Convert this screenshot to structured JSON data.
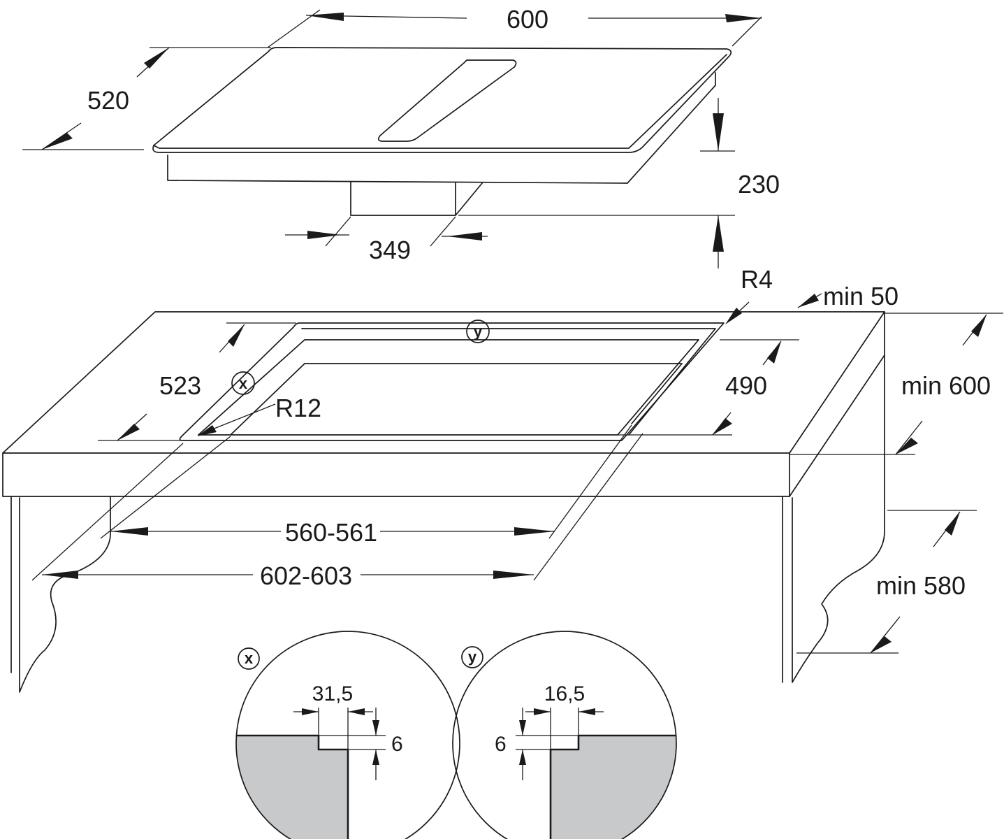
{
  "hob": {
    "width": "600",
    "depth": "520",
    "height": "230",
    "duct_width": "349"
  },
  "worktop": {
    "corner_radius_outer": "R4",
    "edge_clearance": "min 50",
    "depth": "min 600",
    "cutout_depth": "490",
    "cutout_depth_outer": "523",
    "corner_radius_inner": "R12",
    "cutout_width_inner": "560-561",
    "cutout_width_outer": "602-603",
    "cabinet_depth": "min 580"
  },
  "markers": {
    "x": "x",
    "y": "y"
  },
  "detail_x": {
    "marker": "x",
    "rebate_width": "31,5",
    "rebate_depth": "6"
  },
  "detail_y": {
    "marker": "y",
    "rebate_width": "16,5",
    "rebate_depth": "6"
  },
  "colors": {
    "line": "#1a1a1a",
    "section_fill": "#c8c9ca",
    "background": "#ffffff"
  }
}
